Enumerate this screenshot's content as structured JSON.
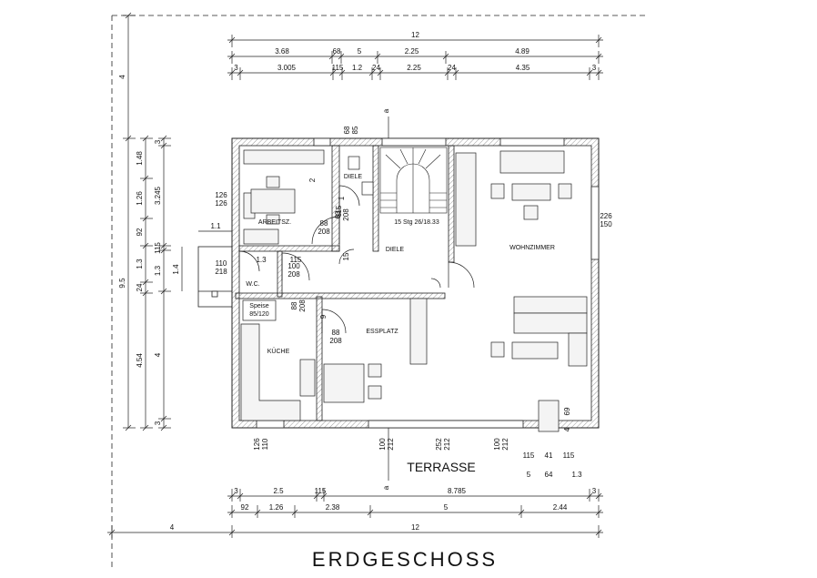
{
  "title": "ERDGESCHOSS",
  "terrace_label": "TERRASSE",
  "rooms": [
    {
      "key": "arbeitsz",
      "label": "ARBEITSZ."
    },
    {
      "key": "diele_top",
      "label": "DIELE"
    },
    {
      "key": "diele",
      "label": "DIELE"
    },
    {
      "key": "wohnzimmer",
      "label": "WOHNZIMMER"
    },
    {
      "key": "wc",
      "label": "W.C."
    },
    {
      "key": "speise",
      "label": "Speise"
    },
    {
      "key": "speise_size",
      "label": "85/120"
    },
    {
      "key": "kueche",
      "label": "KÜCHE"
    },
    {
      "key": "essplatz",
      "label": "ESSPLATZ"
    },
    {
      "key": "stairs",
      "label": "15 Stg 26/18.33"
    }
  ],
  "dims_top_row1": [
    "12"
  ],
  "dims_top_row2": [
    "3.68",
    "68",
    "5",
    "2.25",
    "4.89"
  ],
  "dims_top_row3": [
    "3",
    "3.005",
    "115",
    "1.2",
    "24",
    "2.25",
    "24",
    "4.35",
    "3"
  ],
  "dims_left_outer": [
    "4",
    "9.5"
  ],
  "dims_left_mid": [
    "1.48",
    "1.26",
    "92",
    "1.3",
    "24",
    "4.54"
  ],
  "dims_left_inner": [
    "3",
    "3.245",
    "115",
    "1.3",
    "4",
    "3"
  ],
  "dims_left_small": [
    "1.4",
    "1.1"
  ],
  "dims_bottom_row1": [
    "3",
    "2.5",
    "115",
    "8.785",
    "3"
  ],
  "dims_bottom_row2": [
    "92",
    "1.26",
    "2.38",
    "5",
    "2.44"
  ],
  "dims_bottom_row3": [
    "4",
    "12"
  ],
  "dims_right_small": [
    "115",
    "41",
    "115",
    "5",
    "64",
    "1.3",
    "69",
    "4"
  ],
  "openings": [
    {
      "label": "126 126"
    },
    {
      "label": "68 85"
    },
    {
      "label": "88 208"
    },
    {
      "label": "63 208"
    },
    {
      "label": "110 218"
    },
    {
      "label": "100 208"
    },
    {
      "label": "88 208"
    },
    {
      "label": "88 208"
    },
    {
      "label": "226 150"
    },
    {
      "label": "126 110"
    },
    {
      "label": "100 212"
    },
    {
      "label": "252 212"
    },
    {
      "label": "100 212"
    }
  ],
  "misc_labels": [
    "2",
    "1",
    "115",
    "15",
    "1.3",
    "115",
    "9"
  ],
  "section_marks": [
    "a",
    "a"
  ]
}
